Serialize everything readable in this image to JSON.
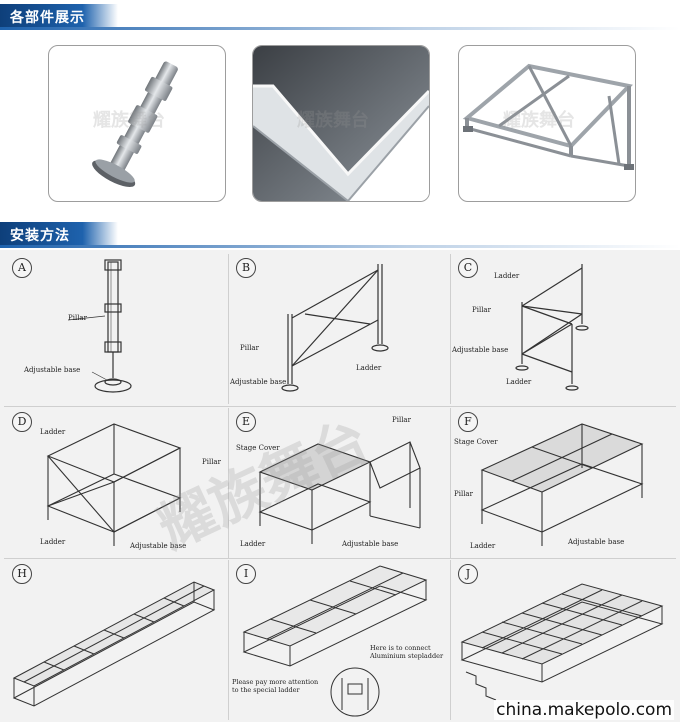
{
  "sections": {
    "parts_title": "各部件展示",
    "install_title": "安装方法"
  },
  "watermark_text": "耀族舞台",
  "panels": {
    "A": {
      "letter": "A",
      "labels": [
        "Pillar",
        "Adjustable base"
      ]
    },
    "B": {
      "letter": "B",
      "labels": [
        "Pillar",
        "Ladder",
        "Adjustable base"
      ]
    },
    "C": {
      "letter": "C",
      "labels": [
        "Ladder",
        "Pillar",
        "Adjustable base",
        "Ladder"
      ]
    },
    "D": {
      "letter": "D",
      "labels": [
        "Ladder",
        "Pillar",
        "Ladder",
        "Adjustable base"
      ]
    },
    "E": {
      "letter": "E",
      "labels": [
        "Pillar",
        "Stage Cover",
        "Ladder",
        "Adjustable base"
      ]
    },
    "F": {
      "letter": "F",
      "labels": [
        "Stage Cover",
        "Pillar",
        "Ladder",
        "Adjustable base"
      ]
    },
    "H": {
      "letter": "H"
    },
    "I": {
      "letter": "I",
      "labels": [
        "Here is to connect",
        "Aluminium stepladder",
        "Please pay more attention",
        "to the special ladder"
      ]
    },
    "J": {
      "letter": "J"
    }
  },
  "source": "china.makepolo.com"
}
